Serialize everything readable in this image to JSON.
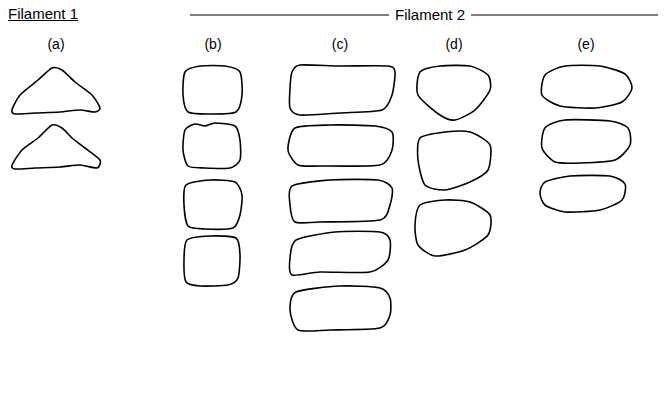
{
  "diagram": {
    "labels": [
      "Filament 1",
      "Filament 2",
      "(a)",
      "(b)",
      "(c)",
      "(d)",
      "(e)"
    ]
  }
}
